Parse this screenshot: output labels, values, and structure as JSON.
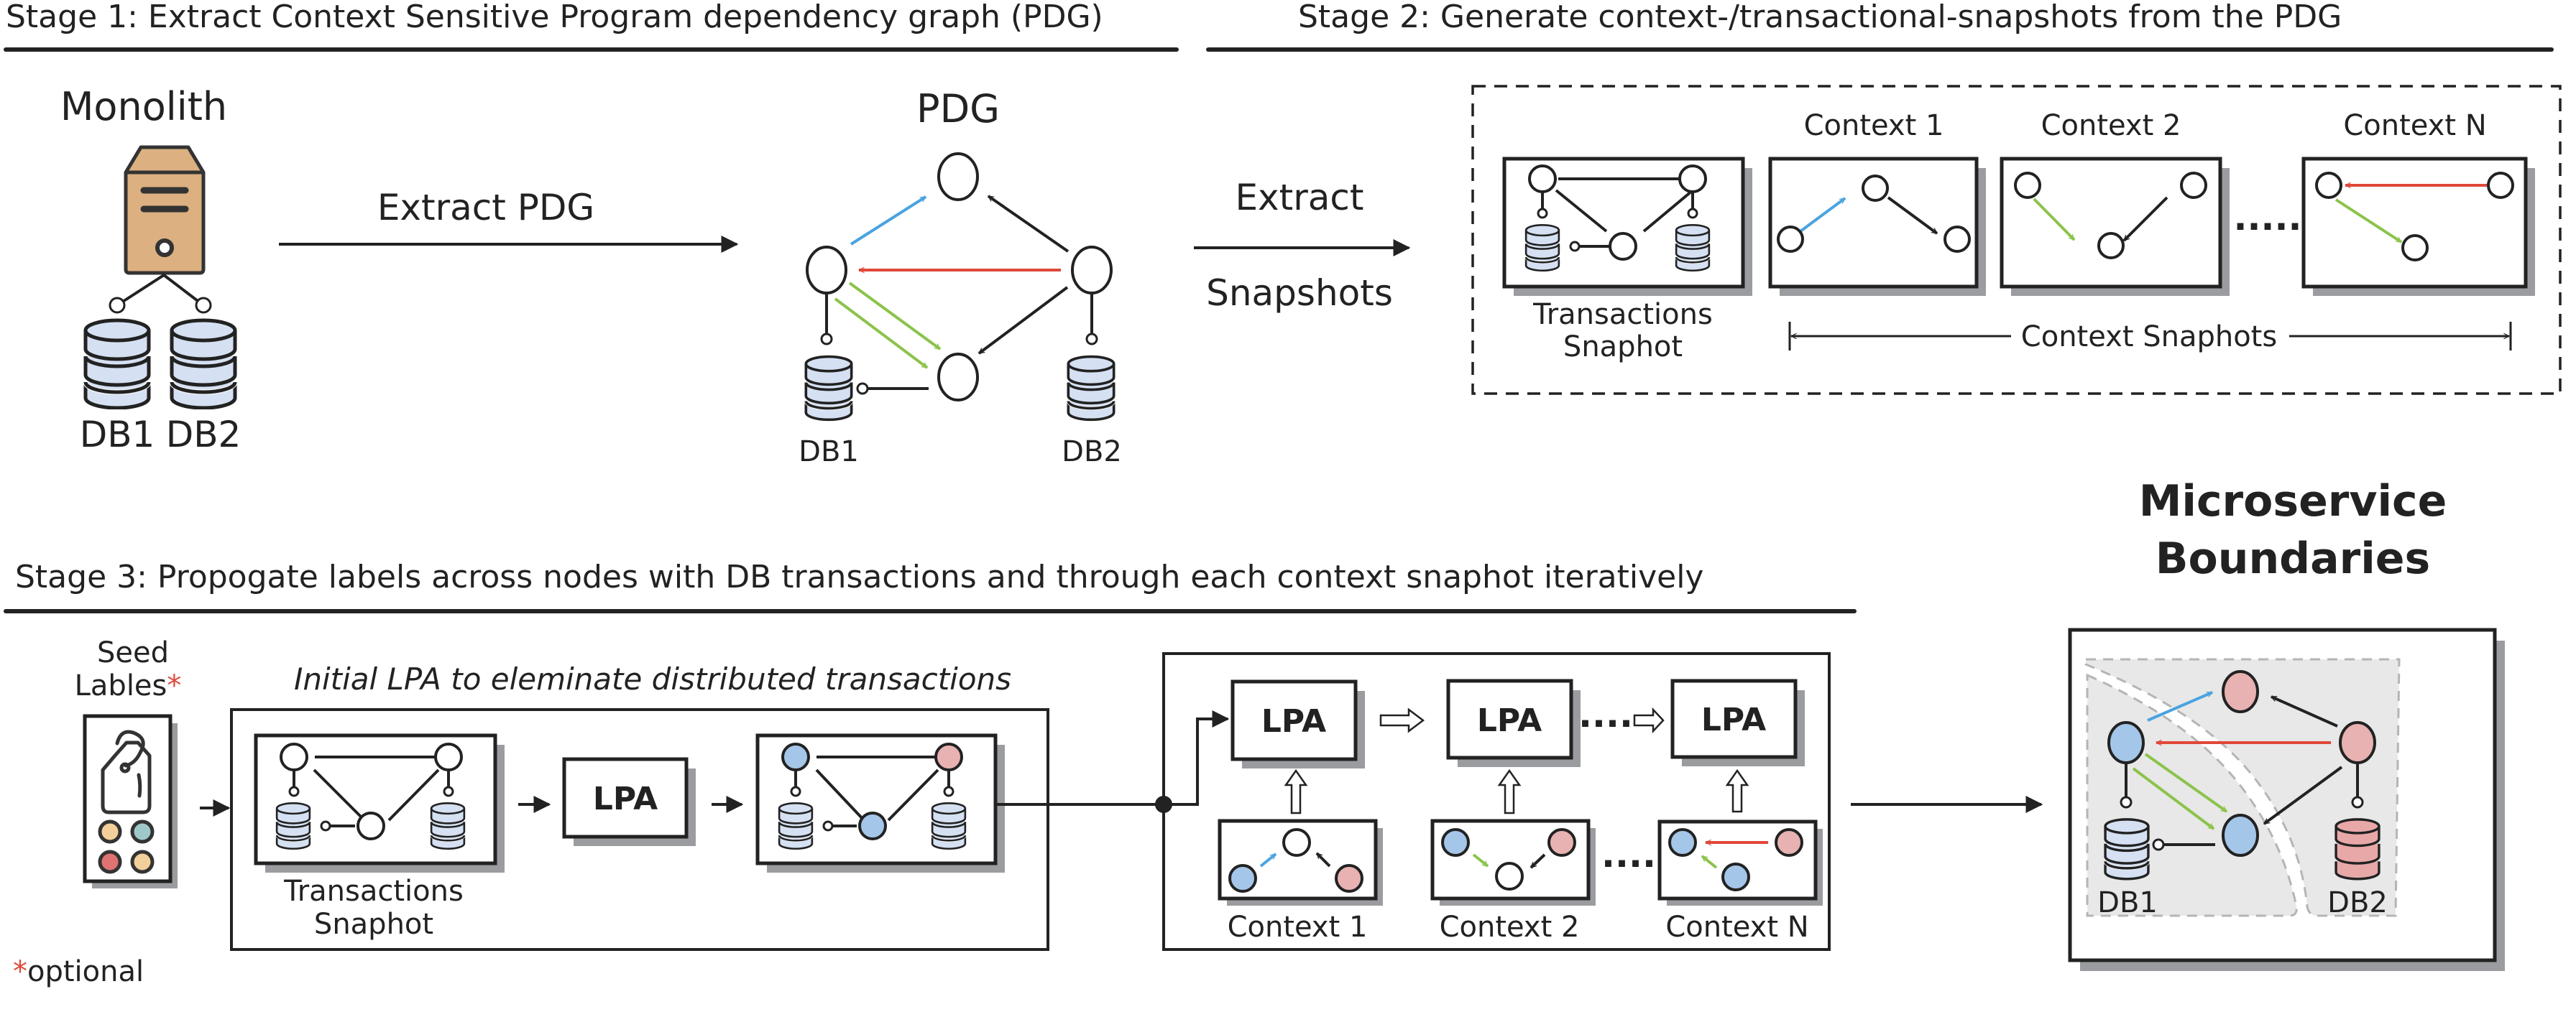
{
  "colors": {
    "ink": "#222222",
    "blue_edge": "#4aa3e0",
    "red_edge": "#e0483a",
    "green_edge": "#8bc34a",
    "node_blue": "#a4c6e8",
    "node_pink": "#e8b2b2",
    "db_blue": "#d5e0f2",
    "db_pink": "#e8a8a8",
    "server": "#dcb080",
    "shadow": "#9b9c9f",
    "asterisk": "#e0483a",
    "seed_dots": [
      "#f3cf9c",
      "#9fc9c9",
      "#df7371",
      "#f3cf9c"
    ]
  },
  "stage1": {
    "title": "Stage 1: Extract Context Sensitive Program dependency graph (PDG)",
    "monolith_label": "Monolith",
    "monolith_dbs": [
      "DB1",
      "DB2"
    ],
    "arrow_label": "Extract PDG",
    "pdg_label": "PDG",
    "pdg_dbs": [
      "DB1",
      "DB2"
    ]
  },
  "stage2": {
    "title": "Stage 2: Generate context-/transactional-snapshots from the PDG",
    "arrow_label_top": "Extract",
    "arrow_label_bottom": "Snapshots",
    "transactions_label_line1": "Transactions",
    "transactions_label_line2": "Snaphot",
    "contexts": [
      "Context 1",
      "Context 2",
      "Context N"
    ],
    "context_range_label": "Context Snaphots",
    "ellipsis": "....."
  },
  "stage3": {
    "title": "Stage 3: Propogate labels across nodes with DB transactions and through each context snaphot iteratively",
    "seed_line1": "Seed",
    "seed_line2": "Lables",
    "asterisk": "*",
    "optional_note": "optional",
    "initial_caption": "Initial LPA to eleminate distributed transactions",
    "transactions_label_line1": "Transactions",
    "transactions_label_line2": "Snaphot",
    "lpa_label": "LPA",
    "contexts": [
      "Context 1",
      "Context 2",
      "Context N"
    ],
    "ellipsis": "...."
  },
  "result": {
    "title_line1": "Microservice",
    "title_line2": "Boundaries",
    "dbs": [
      "DB1",
      "DB2"
    ]
  }
}
